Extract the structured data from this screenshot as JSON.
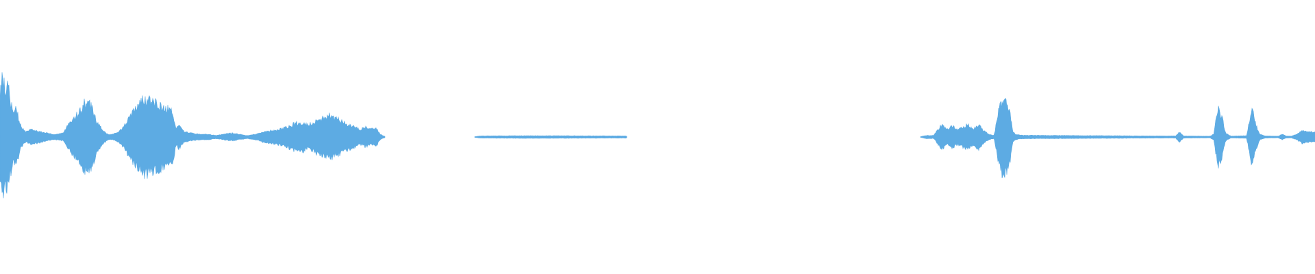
{
  "waveform": {
    "color": "#5dabe3",
    "background": "#ffffff",
    "segments": [
      {
        "name": "segment-1",
        "envelope": [
          [
            0.0,
            0.38
          ],
          [
            0.002,
            0.5
          ],
          [
            0.004,
            0.4
          ],
          [
            0.006,
            0.45
          ],
          [
            0.008,
            0.3
          ],
          [
            0.01,
            0.2
          ],
          [
            0.012,
            0.26
          ],
          [
            0.014,
            0.16
          ],
          [
            0.016,
            0.08
          ],
          [
            0.02,
            0.04
          ],
          [
            0.024,
            0.06
          ],
          [
            0.028,
            0.05
          ],
          [
            0.032,
            0.04
          ],
          [
            0.036,
            0.03
          ],
          [
            0.04,
            0.02
          ],
          [
            0.044,
            0.02
          ],
          [
            0.048,
            0.03
          ],
          [
            0.052,
            0.1
          ],
          [
            0.056,
            0.16
          ],
          [
            0.06,
            0.2
          ],
          [
            0.064,
            0.28
          ],
          [
            0.067,
            0.29
          ],
          [
            0.07,
            0.24
          ],
          [
            0.074,
            0.12
          ],
          [
            0.078,
            0.06
          ],
          [
            0.082,
            0.02
          ],
          [
            0.086,
            0.02
          ],
          [
            0.09,
            0.04
          ],
          [
            0.094,
            0.08
          ],
          [
            0.098,
            0.16
          ],
          [
            0.102,
            0.22
          ],
          [
            0.106,
            0.28
          ],
          [
            0.11,
            0.32
          ],
          [
            0.114,
            0.3
          ],
          [
            0.118,
            0.28
          ],
          [
            0.122,
            0.26
          ],
          [
            0.126,
            0.24
          ],
          [
            0.13,
            0.22
          ],
          [
            0.132,
            0.18
          ],
          [
            0.134,
            0.06
          ],
          [
            0.136,
            0.1
          ],
          [
            0.14,
            0.04
          ],
          [
            0.146,
            0.03
          ],
          [
            0.152,
            0.02
          ],
          [
            0.158,
            0.02
          ],
          [
            0.164,
            0.01
          ],
          [
            0.17,
            0.02
          ],
          [
            0.176,
            0.03
          ],
          [
            0.182,
            0.02
          ],
          [
            0.188,
            0.01
          ],
          [
            0.194,
            0.02
          ],
          [
            0.2,
            0.04
          ],
          [
            0.206,
            0.05
          ],
          [
            0.212,
            0.06
          ],
          [
            0.218,
            0.08
          ],
          [
            0.222,
            0.1
          ],
          [
            0.226,
            0.12
          ],
          [
            0.23,
            0.12
          ],
          [
            0.234,
            0.1
          ],
          [
            0.238,
            0.12
          ],
          [
            0.242,
            0.14
          ],
          [
            0.246,
            0.16
          ],
          [
            0.25,
            0.18
          ],
          [
            0.254,
            0.16
          ],
          [
            0.258,
            0.14
          ],
          [
            0.262,
            0.12
          ],
          [
            0.266,
            0.1
          ],
          [
            0.27,
            0.08
          ],
          [
            0.274,
            0.06
          ],
          [
            0.278,
            0.08
          ],
          [
            0.282,
            0.06
          ],
          [
            0.286,
            0.08
          ],
          [
            0.289,
            0.02
          ],
          [
            0.293,
            0.0
          ]
        ]
      },
      {
        "name": "segment-2",
        "envelope": [
          [
            0.361,
            0.0
          ],
          [
            0.365,
            0.006
          ],
          [
            0.4,
            0.008
          ],
          [
            0.44,
            0.007
          ],
          [
            0.476,
            0.006
          ],
          [
            0.477,
            0.0
          ]
        ]
      },
      {
        "name": "segment-3",
        "envelope": [
          [
            0.7,
            0.0
          ],
          [
            0.704,
            0.01
          ],
          [
            0.71,
            0.01
          ],
          [
            0.712,
            0.04
          ],
          [
            0.716,
            0.1
          ],
          [
            0.72,
            0.06
          ],
          [
            0.724,
            0.09
          ],
          [
            0.728,
            0.06
          ],
          [
            0.732,
            0.08
          ],
          [
            0.736,
            0.1
          ],
          [
            0.74,
            0.06
          ],
          [
            0.744,
            0.1
          ],
          [
            0.748,
            0.05
          ],
          [
            0.752,
            0.02
          ],
          [
            0.756,
            0.01
          ],
          [
            0.759,
            0.2
          ],
          [
            0.762,
            0.31
          ],
          [
            0.765,
            0.3
          ],
          [
            0.768,
            0.22
          ],
          [
            0.77,
            0.05
          ],
          [
            0.772,
            0.02
          ],
          [
            0.776,
            0.012
          ],
          [
            0.8,
            0.01
          ],
          [
            0.84,
            0.008
          ],
          [
            0.88,
            0.006
          ],
          [
            0.894,
            0.006
          ],
          [
            0.897,
            0.04
          ],
          [
            0.9,
            0.006
          ],
          [
            0.92,
            0.004
          ],
          [
            0.923,
            0.02
          ],
          [
            0.926,
            0.24
          ],
          [
            0.929,
            0.18
          ],
          [
            0.932,
            0.03
          ],
          [
            0.936,
            0.005
          ],
          [
            0.948,
            0.008
          ],
          [
            0.95,
            0.12
          ],
          [
            0.952,
            0.25
          ],
          [
            0.955,
            0.1
          ],
          [
            0.958,
            0.02
          ],
          [
            0.962,
            0.006
          ],
          [
            0.972,
            0.004
          ],
          [
            0.975,
            0.02
          ],
          [
            0.978,
            0.006
          ],
          [
            0.982,
            0.004
          ],
          [
            0.986,
            0.02
          ],
          [
            0.99,
            0.05
          ],
          [
            0.995,
            0.04
          ],
          [
            1.0,
            0.04
          ]
        ]
      }
    ],
    "center": 0.5,
    "noise_seed": 42
  }
}
